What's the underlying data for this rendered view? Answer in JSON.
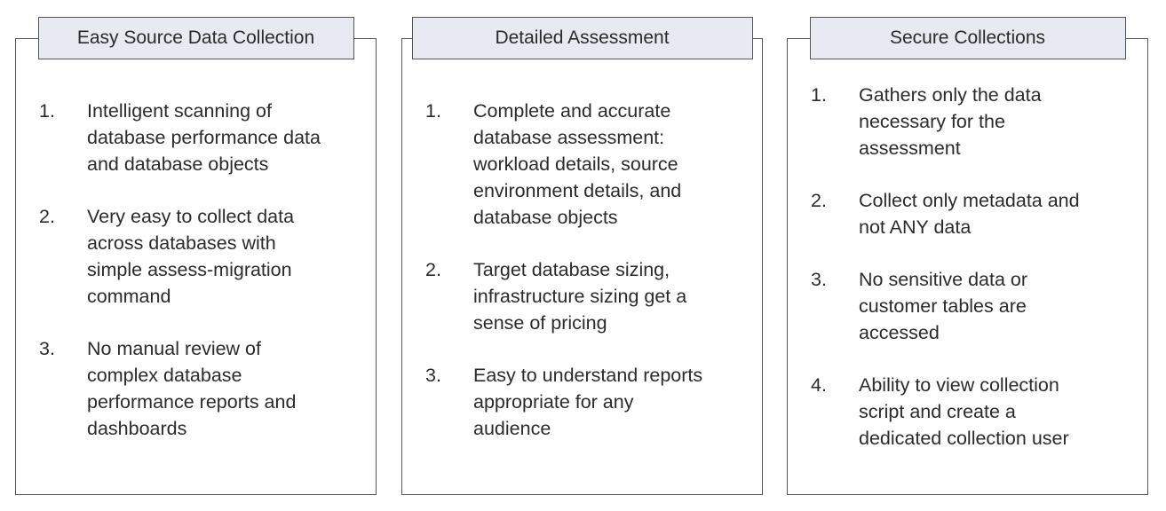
{
  "cards": [
    {
      "title": "Easy Source Data Collection",
      "items": [
        {
          "num": "1.",
          "lines": [
            "Intelligent scanning of",
            "database performance data",
            "and database objects"
          ]
        },
        {
          "num": "2.",
          "lines": [
            "Very easy to collect data",
            "across databases with",
            "simple assess-migration",
            "command"
          ]
        },
        {
          "num": "3.",
          "lines": [
            "No manual review of",
            "complex database",
            "performance reports and",
            "dashboards"
          ]
        }
      ]
    },
    {
      "title": "Detailed Assessment",
      "items": [
        {
          "num": "1.",
          "lines": [
            "Complete and accurate",
            "database assessment:",
            "workload details, source",
            "environment details, and",
            "database objects"
          ]
        },
        {
          "num": "2.",
          "lines": [
            "Target database sizing,",
            "infrastructure sizing get a",
            "sense of pricing"
          ]
        },
        {
          "num": "3.",
          "lines": [
            "Easy to understand reports",
            "appropriate for any",
            "audience"
          ]
        }
      ]
    },
    {
      "title": "Secure Collections",
      "items": [
        {
          "num": "1.",
          "lines": [
            "Gathers only the data",
            "necessary for the",
            "assessment"
          ]
        },
        {
          "num": "2.",
          "lines": [
            "Collect only metadata and",
            "not ANY data"
          ]
        },
        {
          "num": "3.",
          "lines": [
            "No sensitive data or",
            "customer tables are",
            "accessed"
          ]
        },
        {
          "num": "4.",
          "lines": [
            "Ability to view collection",
            "script and create a",
            "dedicated collection user"
          ]
        }
      ]
    }
  ]
}
